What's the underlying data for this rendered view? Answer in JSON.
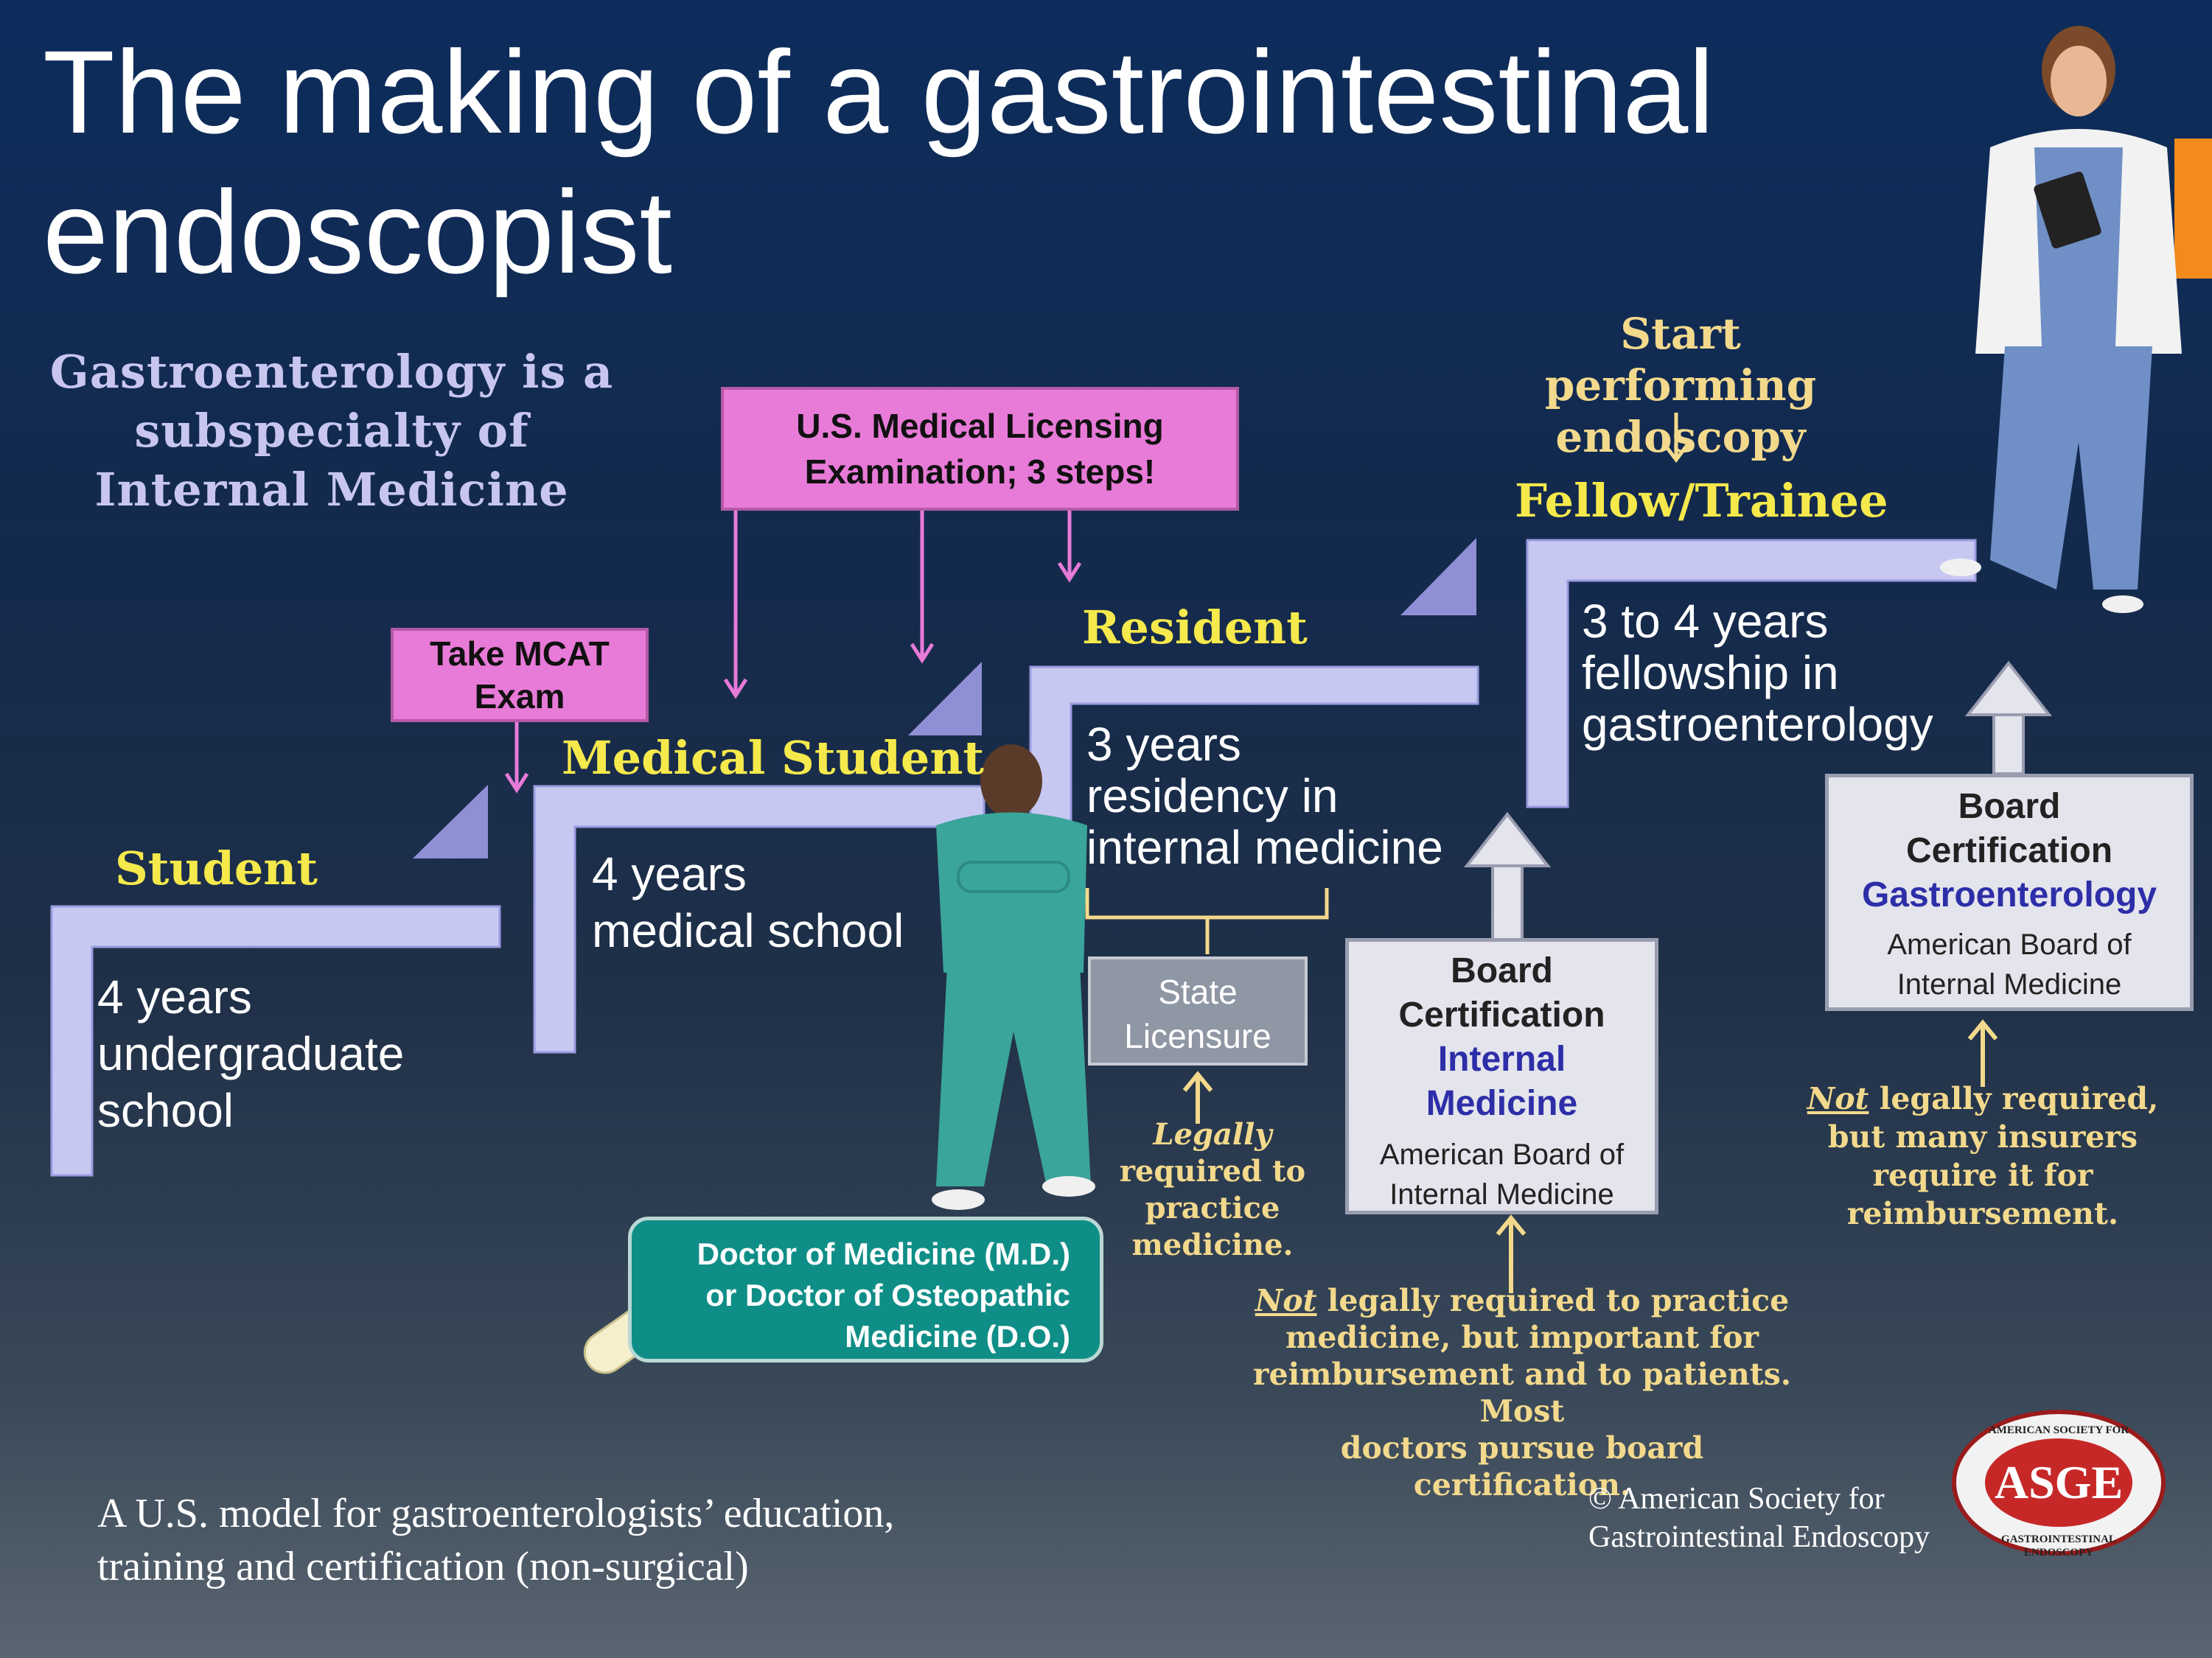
{
  "title_line1": "The making of a gastrointestinal",
  "title_line2": "endoscopist",
  "subtitle": [
    "Gastroenterology is a",
    "subspecialty of",
    "Internal Medicine"
  ],
  "usmle_box": [
    "U.S. Medical Licensing",
    "Examination; 3 steps!"
  ],
  "mcat_box": [
    "Take MCAT",
    "Exam"
  ],
  "start_endoscopy": [
    "Start performing",
    "endoscopy"
  ],
  "stages": {
    "student": {
      "label": "Student",
      "text": [
        "4 years",
        "undergraduate",
        "school"
      ]
    },
    "medical_student": {
      "label": "Medical Student",
      "text": [
        "4 years",
        "medical school"
      ]
    },
    "resident": {
      "label": "Resident",
      "text": [
        "3 years",
        "residency in",
        "internal medicine"
      ]
    },
    "fellow": {
      "label": "Fellow/Trainee",
      "text": [
        "3 to 4 years",
        "fellowship in",
        "gastroenterology"
      ]
    }
  },
  "degree_box": [
    "Doctor of Medicine (M.D.)",
    "or Doctor of Osteopathic",
    "Medicine (D.O.)"
  ],
  "state_licensure": [
    "State",
    "Licensure"
  ],
  "legally_required": {
    "emph": "Legally",
    "rest": [
      "required to",
      "practice",
      "medicine."
    ]
  },
  "board_im": {
    "line1": "Board",
    "line2": "Certification",
    "specialty": [
      "Internal",
      "Medicine"
    ],
    "board": [
      "American Board of",
      "Internal Medicine"
    ]
  },
  "board_gi": {
    "line1": "Board",
    "line2": "Certification",
    "specialty": [
      "Gastroenterology"
    ],
    "board": [
      "American Board of",
      "Internal Medicine"
    ]
  },
  "note_im": {
    "emph": "Not",
    "first": " legally required to practice",
    "rest": [
      "medicine, but important for",
      "reimbursement and to patients. Most",
      "doctors pursue board certification."
    ]
  },
  "note_gi": {
    "emph": "Not",
    "first": " legally required,",
    "rest": [
      "but many insurers",
      "require it for",
      "reimbursement."
    ]
  },
  "footer_left": [
    "A U.S. model for gastroenterologists’ education,",
    "training and certification (non-surgical)"
  ],
  "copyright": [
    "© American Society for",
    "Gastrointestinal Endoscopy"
  ],
  "logo": {
    "text": "ASGE",
    "ring_top": "AMERICAN SOCIETY FOR",
    "ring_bottom": "GASTROINTESTINAL ENDOSCOPY"
  },
  "colors": {
    "step": "#c7c8f2",
    "pink": "#e87ad8",
    "yellow": "#f5e94c",
    "teal": "#0f8e87",
    "orange": "#f28a1c"
  }
}
